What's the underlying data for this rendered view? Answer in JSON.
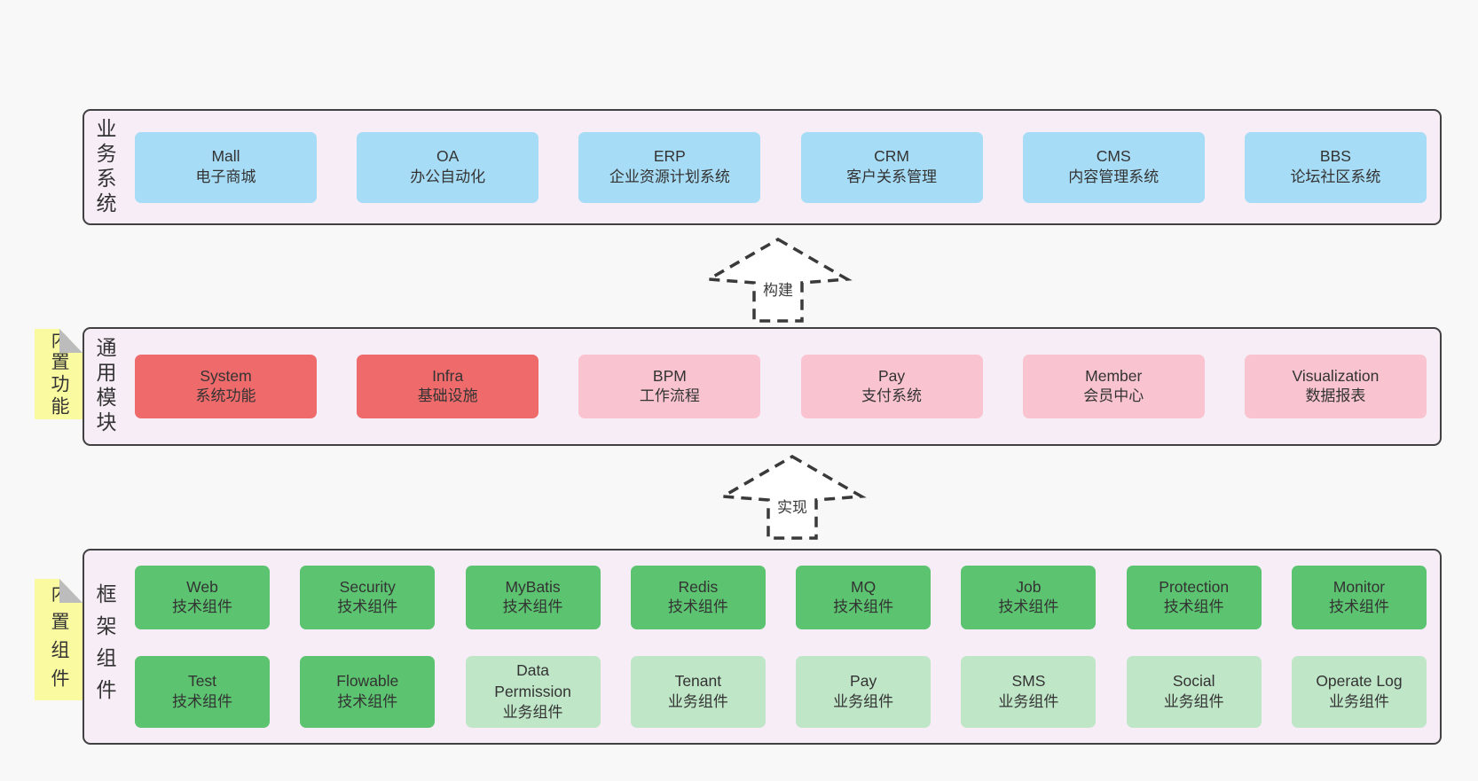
{
  "colors": {
    "blue": "#a7dcf6",
    "red": "#ef6a6b",
    "pink": "#f9c4cf",
    "green": "#5cc370",
    "lightgreen": "#c0e6c8",
    "band_bg": "#f7edf6",
    "band_border": "#414141",
    "sticky_yellow": "#fafaa0",
    "fold_gray": "#bcbcbc",
    "page_bg": "#f8f8f8",
    "arrow_stroke": "#3a3a3a"
  },
  "bands": [
    {
      "id": "business-systems",
      "label": "业务系统",
      "rows": [
        [
          {
            "title": "Mall",
            "subtitle": "电子商城",
            "variant": "blue"
          },
          {
            "title": "OA",
            "subtitle": "办公自动化",
            "variant": "blue"
          },
          {
            "title": "ERP",
            "subtitle": "企业资源计划系统",
            "variant": "blue"
          },
          {
            "title": "CRM",
            "subtitle": "客户关系管理",
            "variant": "blue"
          },
          {
            "title": "CMS",
            "subtitle": "内容管理系统",
            "variant": "blue"
          },
          {
            "title": "BBS",
            "subtitle": "论坛社区系统",
            "variant": "blue"
          }
        ]
      ]
    },
    {
      "id": "common-modules",
      "label": "通用模块",
      "sticky": "内置功能",
      "rows": [
        [
          {
            "title": "System",
            "subtitle": "系统功能",
            "variant": "red"
          },
          {
            "title": "Infra",
            "subtitle": "基础设施",
            "variant": "red"
          },
          {
            "title": "BPM",
            "subtitle": "工作流程",
            "variant": "pink"
          },
          {
            "title": "Pay",
            "subtitle": "支付系统",
            "variant": "pink"
          },
          {
            "title": "Member",
            "subtitle": "会员中心",
            "variant": "pink"
          },
          {
            "title": "Visualization",
            "subtitle": "数据报表",
            "variant": "pink"
          }
        ]
      ]
    },
    {
      "id": "framework-components",
      "label": "框架组件",
      "sticky": "内置组件",
      "rows": [
        [
          {
            "title": "Web",
            "subtitle": "技术组件",
            "variant": "green"
          },
          {
            "title": "Security",
            "subtitle": "技术组件",
            "variant": "green"
          },
          {
            "title": "MyBatis",
            "subtitle": "技术组件",
            "variant": "green"
          },
          {
            "title": "Redis",
            "subtitle": "技术组件",
            "variant": "green"
          },
          {
            "title": "MQ",
            "subtitle": "技术组件",
            "variant": "green"
          },
          {
            "title": "Job",
            "subtitle": "技术组件",
            "variant": "green"
          },
          {
            "title": "Protection",
            "subtitle": "技术组件",
            "variant": "green"
          },
          {
            "title": "Monitor",
            "subtitle": "技术组件",
            "variant": "green"
          }
        ],
        [
          {
            "title": "Test",
            "subtitle": "技术组件",
            "variant": "green"
          },
          {
            "title": "Flowable",
            "subtitle": "技术组件",
            "variant": "green"
          },
          {
            "title": "Data Permission",
            "subtitle": "业务组件",
            "variant": "lightgreen"
          },
          {
            "title": "Tenant",
            "subtitle": "业务组件",
            "variant": "lightgreen"
          },
          {
            "title": "Pay",
            "subtitle": "业务组件",
            "variant": "lightgreen"
          },
          {
            "title": "SMS",
            "subtitle": "业务组件",
            "variant": "lightgreen"
          },
          {
            "title": "Social",
            "subtitle": "业务组件",
            "variant": "lightgreen"
          },
          {
            "title": "Operate Log",
            "subtitle": "业务组件",
            "variant": "lightgreen"
          }
        ]
      ]
    }
  ],
  "arrows": [
    {
      "label": "构建"
    },
    {
      "label": "实现"
    }
  ]
}
